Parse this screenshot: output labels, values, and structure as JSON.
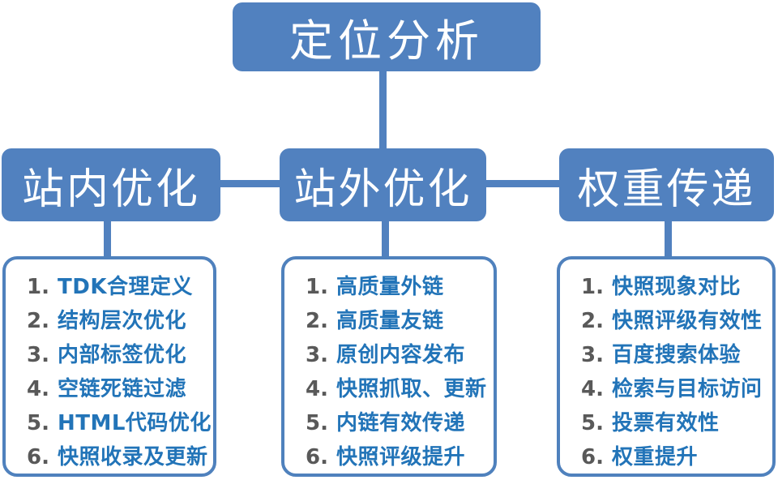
{
  "diagram": {
    "root": {
      "label": "定位分析"
    },
    "branches": [
      {
        "label": "站内优化",
        "items": [
          {
            "num": "1.",
            "text": "TDK合理定义"
          },
          {
            "num": "2.",
            "text": "结构层次优化"
          },
          {
            "num": "3.",
            "text": "内部标签优化"
          },
          {
            "num": "4.",
            "text": "空链死链过滤"
          },
          {
            "num": "5.",
            "text": "HTML代码优化"
          },
          {
            "num": "6.",
            "text": "快照收录及更新"
          }
        ]
      },
      {
        "label": "站外优化",
        "items": [
          {
            "num": "1.",
            "text": "高质量外链"
          },
          {
            "num": "2.",
            "text": "高质量友链"
          },
          {
            "num": "3.",
            "text": "原创内容发布"
          },
          {
            "num": "4.",
            "text": "快照抓取、更新"
          },
          {
            "num": "5.",
            "text": "内链有效传递"
          },
          {
            "num": "6.",
            "text": "快照评级提升"
          }
        ]
      },
      {
        "label": "权重传递",
        "items": [
          {
            "num": "1.",
            "text": "快照现象对比"
          },
          {
            "num": "2.",
            "text": "快照评级有效性"
          },
          {
            "num": "3.",
            "text": "百度搜索体验"
          },
          {
            "num": "4.",
            "text": "检索与目标访问"
          },
          {
            "num": "5.",
            "text": "投票有效性"
          },
          {
            "num": "6.",
            "text": "权重提升"
          }
        ]
      }
    ]
  },
  "colors": {
    "node_fill": "#5181bf",
    "node_text": "#ffffff",
    "connector": "#5181bf",
    "list_border": "#4f81bd",
    "item_number": "#595959",
    "item_text": "#2274b8"
  }
}
